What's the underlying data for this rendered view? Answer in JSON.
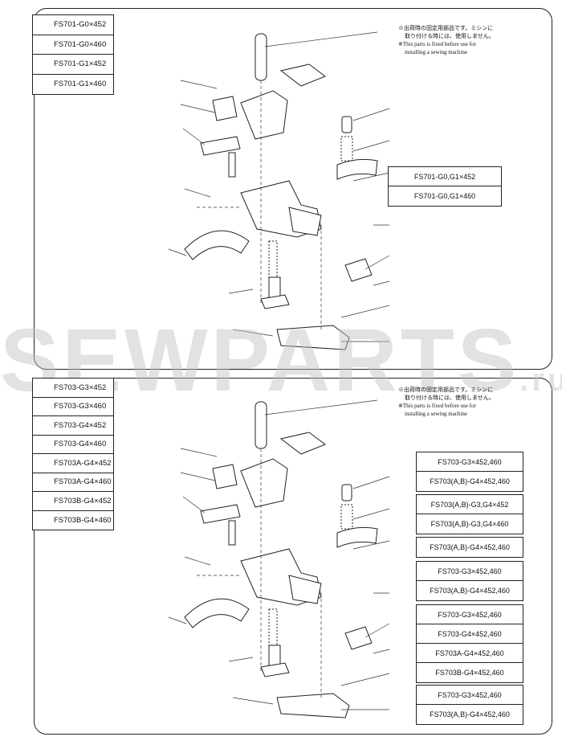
{
  "top_section": {
    "models": [
      "FS701-G0×452",
      "FS701-G0×460",
      "FS701-G1×452",
      "FS701-G1×460"
    ],
    "note": {
      "jp_line1": "※出荷時の固定用部品です。ミシンに",
      "jp_line2": "取り付ける時には、使用しません。",
      "en_line1": "※This parts is fixed before use for",
      "en_line2": "installing a sewing machine"
    },
    "callout_box": [
      "FS701-G0,G1×452",
      "FS701-G0,G1×460"
    ]
  },
  "bottom_section": {
    "models": [
      "FS703-G3×452",
      "FS703-G3×460",
      "FS703-G4×452",
      "FS703-G4×460",
      "FS703A-G4×452",
      "FS703A-G4×460",
      "FS703B-G4×452",
      "FS703B-G4×460"
    ],
    "note": {
      "jp_line1": "※出荷時の固定用部品です。ミシンに",
      "jp_line2": "取り付ける時には、使用しません。",
      "en_line1": "※This parts is fixed before use for",
      "en_line2": "installing a sewing machine"
    },
    "callout_boxes": [
      [
        "FS703-G3×452,460",
        "FS703(A,B)-G4×452,460"
      ],
      [
        "FS703(A,B)-G3,G4×452",
        "FS703(A,B)-G3,G4×460"
      ],
      [
        "FS703(A,B)-G4×452,460"
      ],
      [
        "FS703-G3×452,460",
        "FS703(A,B)-G4×452,460"
      ],
      [
        "FS703-G3×452,460",
        "FS703-G4×452,460",
        "FS703A-G4×452,460",
        "FS703B-G4×452,460"
      ],
      [
        "FS703-G3×452,460",
        "FS703(A,B)-G4×452,460"
      ]
    ]
  },
  "watermark": {
    "main": "SEWPARTS",
    "suffix": ".ru"
  }
}
